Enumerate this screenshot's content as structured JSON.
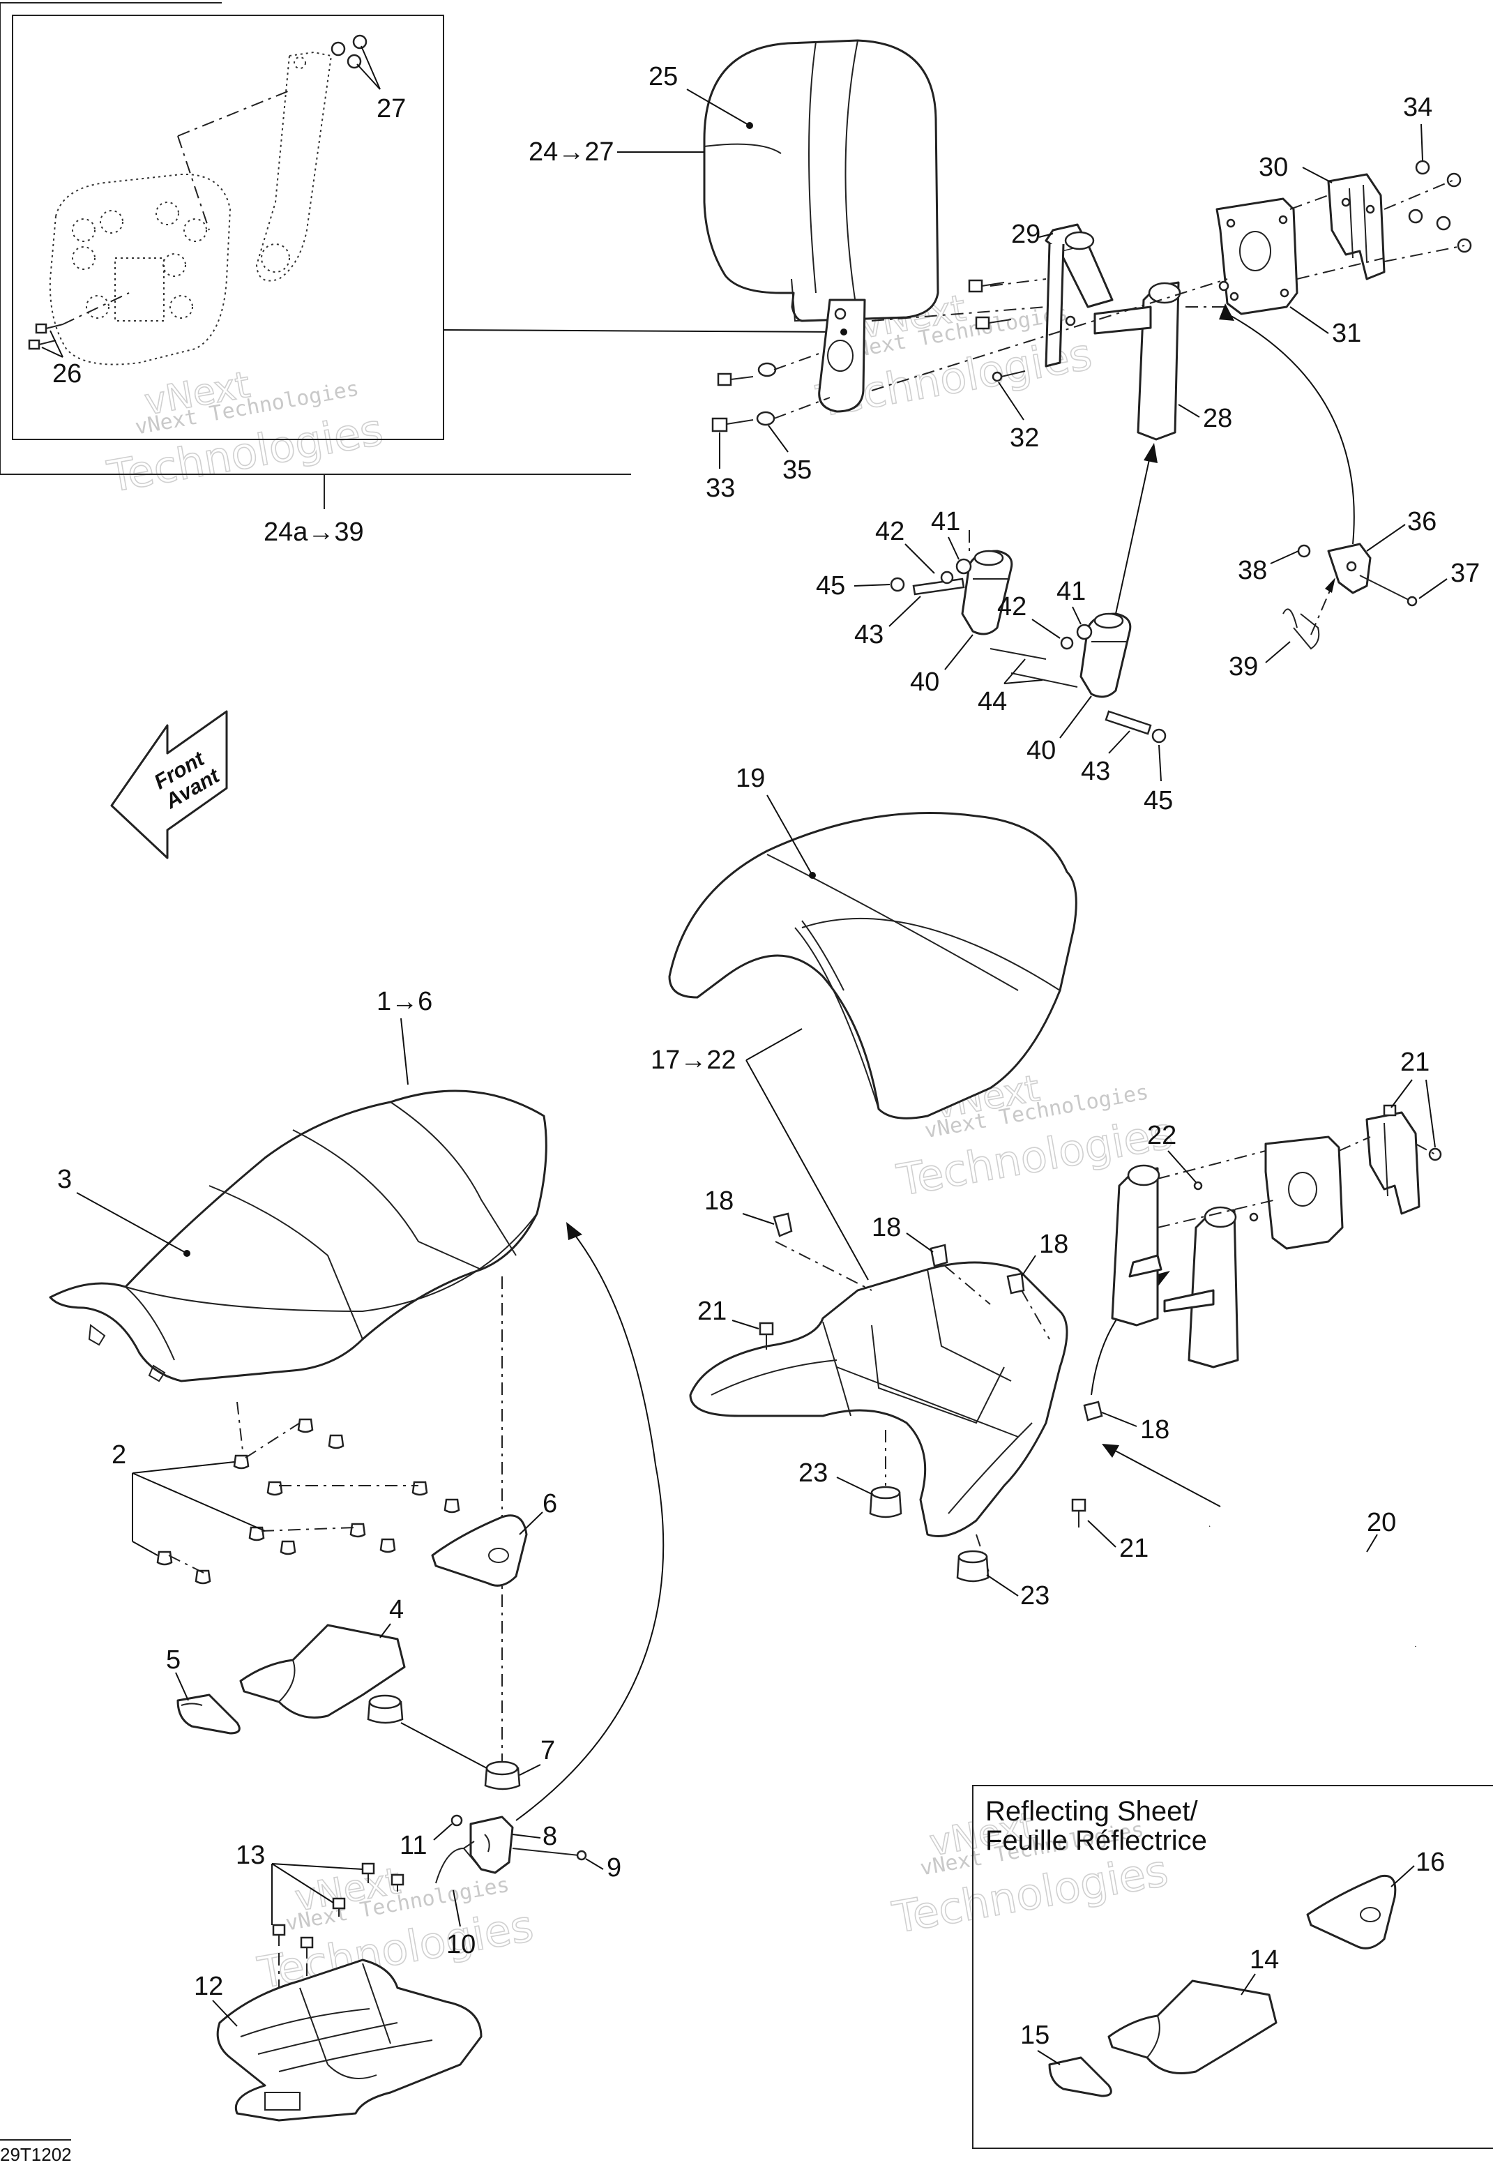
{
  "callouts": {
    "c1_6": "1→6",
    "c2": "2",
    "c3": "3",
    "c4": "4",
    "c5": "5",
    "c6": "6",
    "c7": "7",
    "c8": "8",
    "c9": "9",
    "c10": "10",
    "c11": "11",
    "c12": "12",
    "c13": "13",
    "c14": "14",
    "c15": "15",
    "c16": "16",
    "c17_22": "17→22",
    "c18a": "18",
    "c18b": "18",
    "c18c": "18",
    "c18d": "18",
    "c19": "19",
    "c20": "20",
    "c21a": "21",
    "c21b": "21",
    "c21c": "21",
    "c22": "22",
    "c23a": "23",
    "c23b": "23",
    "c24_27": "24→27",
    "c24a_39": "24a→39",
    "c25": "25",
    "c26": "26",
    "c27": "27",
    "c28": "28",
    "c29": "29",
    "c30": "30",
    "c31": "31",
    "c32": "32",
    "c33": "33",
    "c34": "34",
    "c35": "35",
    "c36": "36",
    "c37": "37",
    "c38": "38",
    "c39": "39",
    "c40a": "40",
    "c40b": "40",
    "c41a": "41",
    "c41b": "41",
    "c42a": "42",
    "c42b": "42",
    "c43a": "43",
    "c43b": "43",
    "c44": "44",
    "c45a": "45",
    "c45b": "45"
  },
  "front_arrow": {
    "line1": "Front",
    "line2": "Avant"
  },
  "reflecting_box": {
    "line1": "Reflecting Sheet/",
    "line2": "Feuille Réflectrice"
  },
  "drawing_code": "29T1202",
  "watermark": {
    "line1": "vNext",
    "line2": "vNext Technologies",
    "line3": "Technologies"
  },
  "colors": {
    "ink": "#222222",
    "watermark": "#c9c9c9",
    "background": "#ffffff"
  }
}
